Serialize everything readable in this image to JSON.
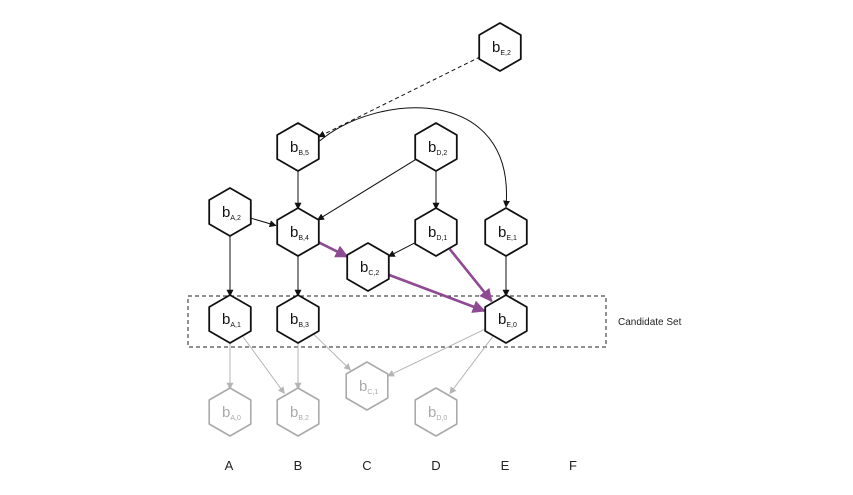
{
  "colors": {
    "node_active": "#111111",
    "node_faded": "#aaaaaa",
    "edge_highlight": "#8e4a93",
    "edge_faded": "#b5b5b5"
  },
  "candidate_set": {
    "label": "Candidate Set"
  },
  "columns": [
    {
      "id": "A",
      "label": "A"
    },
    {
      "id": "B",
      "label": "B"
    },
    {
      "id": "C",
      "label": "C"
    },
    {
      "id": "D",
      "label": "D"
    },
    {
      "id": "E",
      "label": "E"
    },
    {
      "id": "F",
      "label": "F"
    }
  ],
  "nodes": [
    {
      "id": "bE2",
      "base": "b",
      "sub": "E,2",
      "style": "active"
    },
    {
      "id": "bB5",
      "base": "b",
      "sub": "B,5",
      "style": "active"
    },
    {
      "id": "bD2",
      "base": "b",
      "sub": "D,2",
      "style": "active"
    },
    {
      "id": "bA2",
      "base": "b",
      "sub": "A,2",
      "style": "active"
    },
    {
      "id": "bB4",
      "base": "b",
      "sub": "B,4",
      "style": "active"
    },
    {
      "id": "bD1",
      "base": "b",
      "sub": "D,1",
      "style": "active"
    },
    {
      "id": "bE1",
      "base": "b",
      "sub": "E,1",
      "style": "active"
    },
    {
      "id": "bC2",
      "base": "b",
      "sub": "C,2",
      "style": "active"
    },
    {
      "id": "bA1",
      "base": "b",
      "sub": "A,1",
      "style": "active"
    },
    {
      "id": "bB3",
      "base": "b",
      "sub": "B,3",
      "style": "active"
    },
    {
      "id": "bE0",
      "base": "b",
      "sub": "E,0",
      "style": "active"
    },
    {
      "id": "bC1",
      "base": "b",
      "sub": "C,1",
      "style": "faded"
    },
    {
      "id": "bA0",
      "base": "b",
      "sub": "A,0",
      "style": "faded"
    },
    {
      "id": "bB2",
      "base": "b",
      "sub": "B,2",
      "style": "faded"
    },
    {
      "id": "bD0",
      "base": "b",
      "sub": "D,0",
      "style": "faded"
    }
  ],
  "edges": [
    {
      "from": "bE2",
      "to": "bB5",
      "style": "dashed"
    },
    {
      "from": "bB5",
      "to": "bE1",
      "style": "curve"
    },
    {
      "from": "bB5",
      "to": "bB4",
      "style": "solid"
    },
    {
      "from": "bD2",
      "to": "bB4",
      "style": "solid"
    },
    {
      "from": "bD2",
      "to": "bD1",
      "style": "solid"
    },
    {
      "from": "bA2",
      "to": "bB4",
      "style": "solid"
    },
    {
      "from": "bA2",
      "to": "bA1",
      "style": "solid"
    },
    {
      "from": "bB4",
      "to": "bB3",
      "style": "solid"
    },
    {
      "from": "bB4",
      "to": "bC2",
      "style": "highlight"
    },
    {
      "from": "bD1",
      "to": "bC2",
      "style": "solid"
    },
    {
      "from": "bD1",
      "to": "bE0",
      "style": "highlight"
    },
    {
      "from": "bC2",
      "to": "bE0",
      "style": "highlight"
    },
    {
      "from": "bE1",
      "to": "bE0",
      "style": "solid"
    },
    {
      "from": "bA1",
      "to": "bA0",
      "style": "faded"
    },
    {
      "from": "bA1",
      "to": "bB2",
      "style": "faded"
    },
    {
      "from": "bB3",
      "to": "bB2",
      "style": "faded"
    },
    {
      "from": "bB3",
      "to": "bC1",
      "style": "faded"
    },
    {
      "from": "bE0",
      "to": "bC1",
      "style": "faded"
    },
    {
      "from": "bE0",
      "to": "bD0",
      "style": "faded"
    }
  ]
}
